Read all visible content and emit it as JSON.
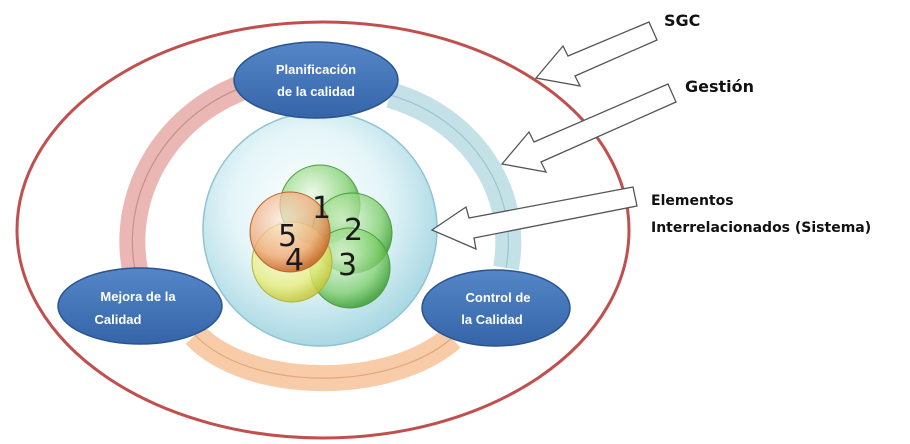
{
  "labels": {
    "sgc": "SGC",
    "gestion": "Gestión",
    "elementos_line1": "Elementos",
    "elementos_line2": "Interrelacionados (Sistema)"
  },
  "nodes": {
    "planificacion": {
      "line1": "Planificación",
      "line2": "de la calidad"
    },
    "mejora": {
      "line1": "Mejora de la",
      "line2": "Calidad"
    },
    "control": {
      "line1": "Control de",
      "line2": "la Calidad"
    }
  },
  "elements": [
    "1",
    "2",
    "3",
    "4",
    "5"
  ],
  "colors": {
    "outer_ring": "#c0504d",
    "node_fill": "#3f72b5",
    "node_stroke": "#2a5490",
    "arc_pink": "#e3a5a3",
    "arc_blue": "#b8dbe4",
    "arc_orange": "#f7c49b",
    "core_fill": "#d3eef2",
    "circle_green": "#7ecf6a",
    "circle_orange": "#f0a878",
    "circle_yellow": "#e9ee7c"
  }
}
